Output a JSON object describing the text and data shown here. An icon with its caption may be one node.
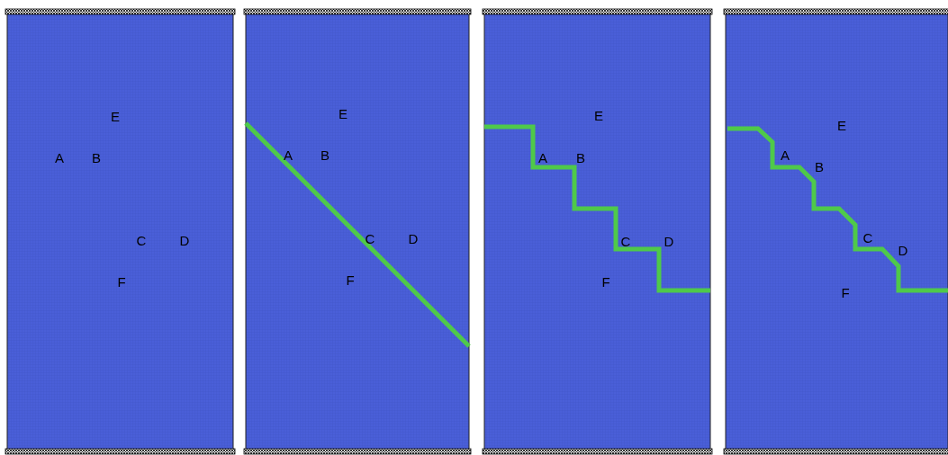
{
  "diagram": {
    "labels": [
      "E",
      "A",
      "B",
      "C",
      "D",
      "F",
      "E",
      "A",
      "B",
      "C",
      "D",
      "F",
      "E",
      "A",
      "B",
      "C",
      "D",
      "F",
      "E",
      "A",
      "B",
      "C",
      "D",
      "F"
    ]
  }
}
